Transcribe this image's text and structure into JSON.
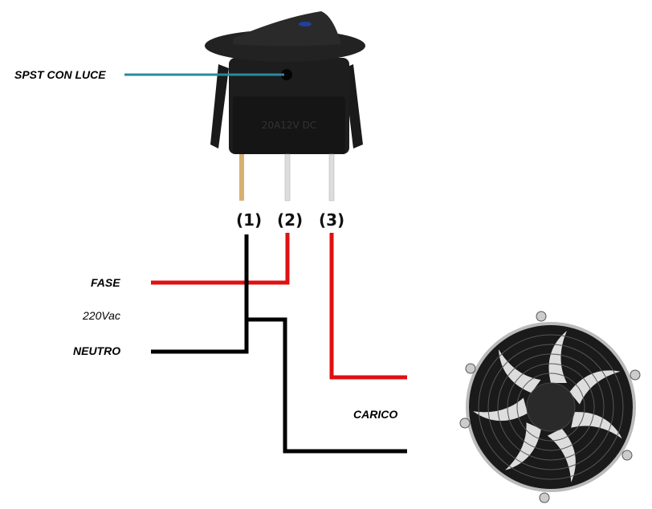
{
  "labels": {
    "switch": "SPST CON LUCE",
    "phase": "FASE",
    "voltage": "220Vac",
    "neutral": "NEUTRO",
    "load": "CARICO"
  },
  "switch_marking": "20A12V DC",
  "pins": [
    "(1)",
    "(2)",
    "(3)"
  ],
  "colors": {
    "phase_wire": "#e01010",
    "neutral_wire": "#000000",
    "pointer": "#2a8aa0"
  }
}
